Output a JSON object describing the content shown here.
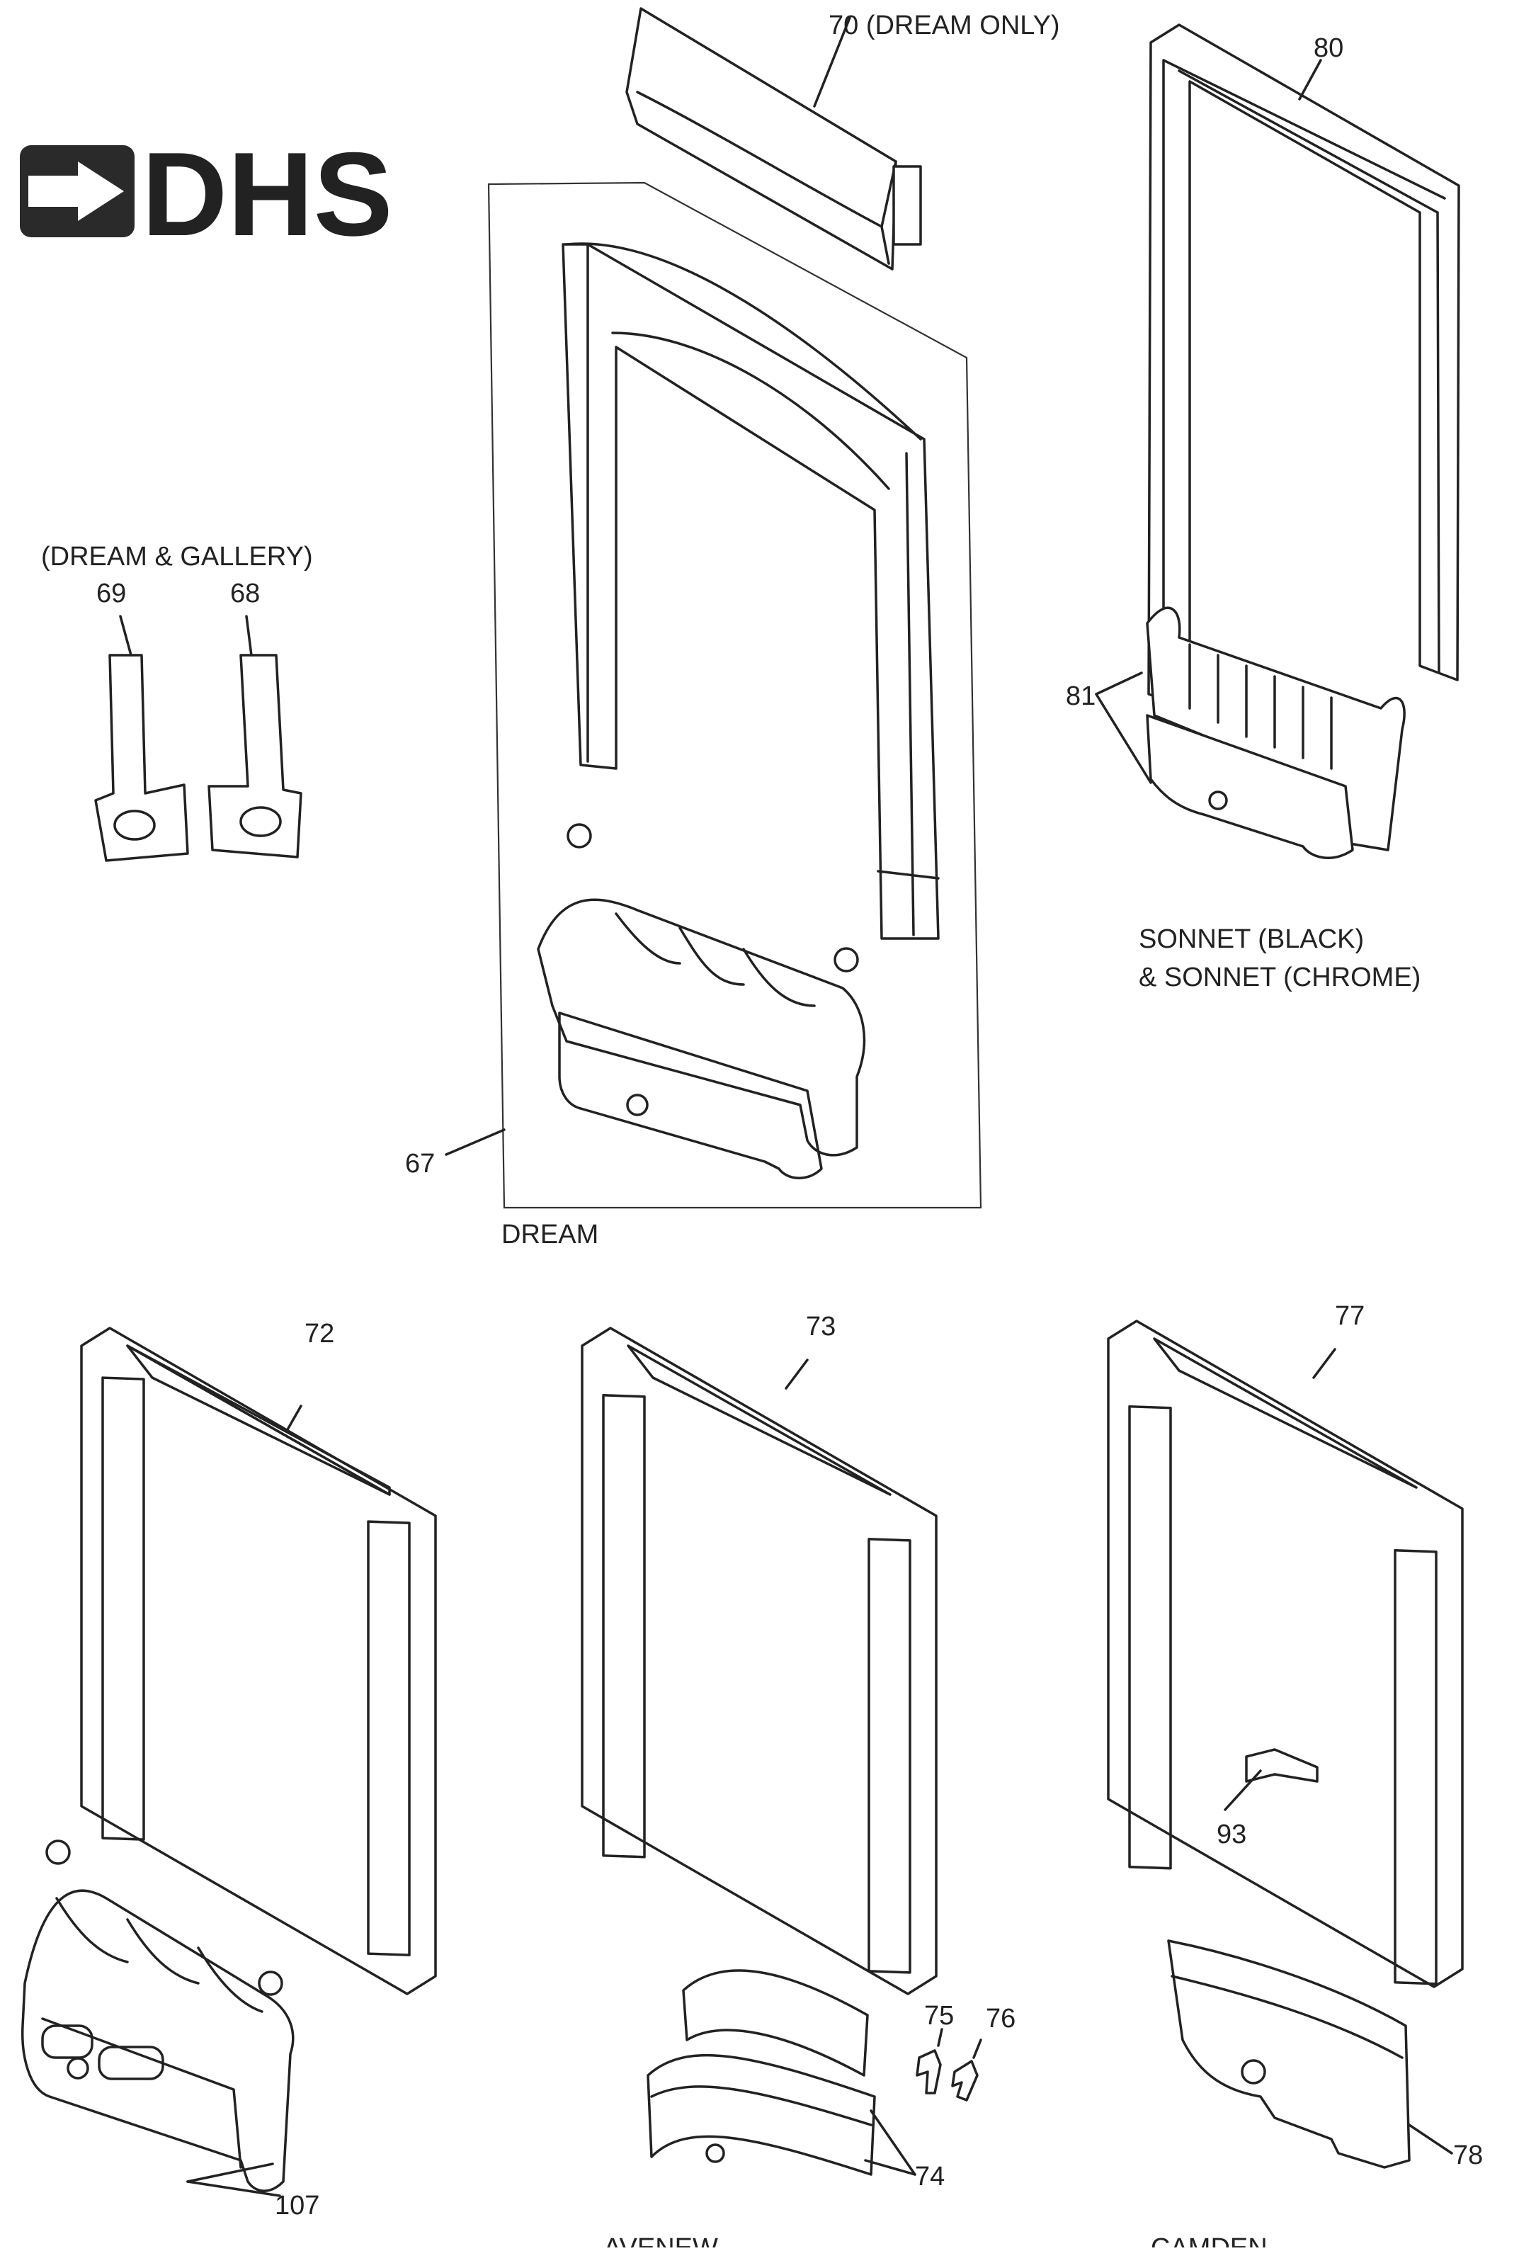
{
  "brand": {
    "logo_text": "DHS",
    "color": "#2a2a2a"
  },
  "labels": {
    "part_70": "70 (DREAM ONLY)",
    "part_80": "80",
    "dream_gallery": "(DREAM & GALLERY)",
    "part_69": "69",
    "part_68": "68",
    "part_81": "81",
    "sonnet_line1": "SONNET (BLACK)",
    "sonnet_line2": "& SONNET (CHROME)",
    "part_67": "67",
    "dream": "DREAM",
    "part_72": "72",
    "part_73": "73",
    "part_77": "77",
    "part_93": "93",
    "part_75": "75",
    "part_76": "76",
    "part_74": "74",
    "part_78": "78",
    "part_107": "107",
    "cut_mid": "AVENEW",
    "cut_right": "CAMDEN"
  }
}
